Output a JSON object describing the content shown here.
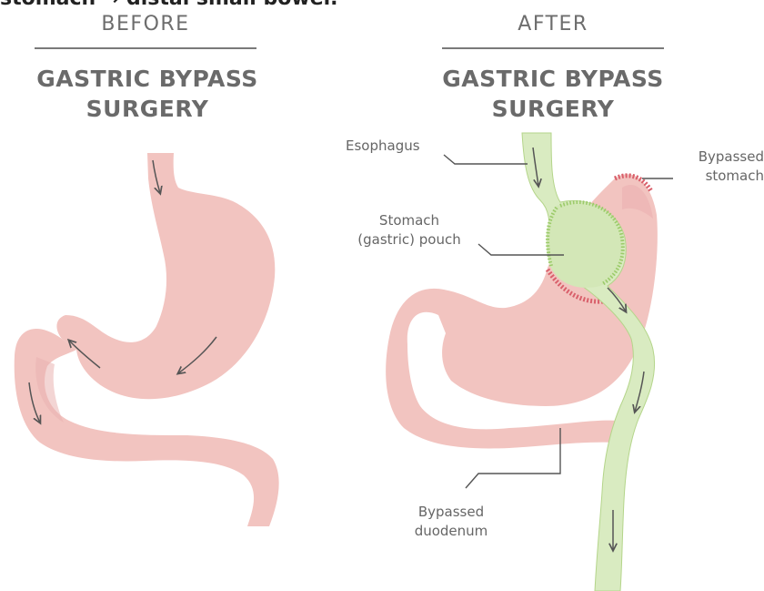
{
  "top_cropped_text": "stomach → distal small bowel.",
  "before": {
    "prefix": "BEFORE",
    "title_line1": "GASTRIC BYPASS",
    "title_line2": "SURGERY"
  },
  "after": {
    "prefix": "AFTER",
    "title_line1": "GASTRIC BYPASS",
    "title_line2": "SURGERY"
  },
  "labels": {
    "esophagus": "Esophagus",
    "bypassed_stomach_1": "Bypassed",
    "bypassed_stomach_2": "stomach",
    "pouch_1": "Stomach",
    "pouch_2": "(gastric) pouch",
    "bypassed_duodenum_1": "Bypassed",
    "bypassed_duodenum_2": "duodenum"
  },
  "colors": {
    "stomach": "#f2c4c0",
    "stomach_dark": "#e79d9f",
    "bypass": "#d9ebc1",
    "bypass_edge": "#a9cf7d",
    "staple_red": "#d9606b",
    "leader": "#555555"
  }
}
